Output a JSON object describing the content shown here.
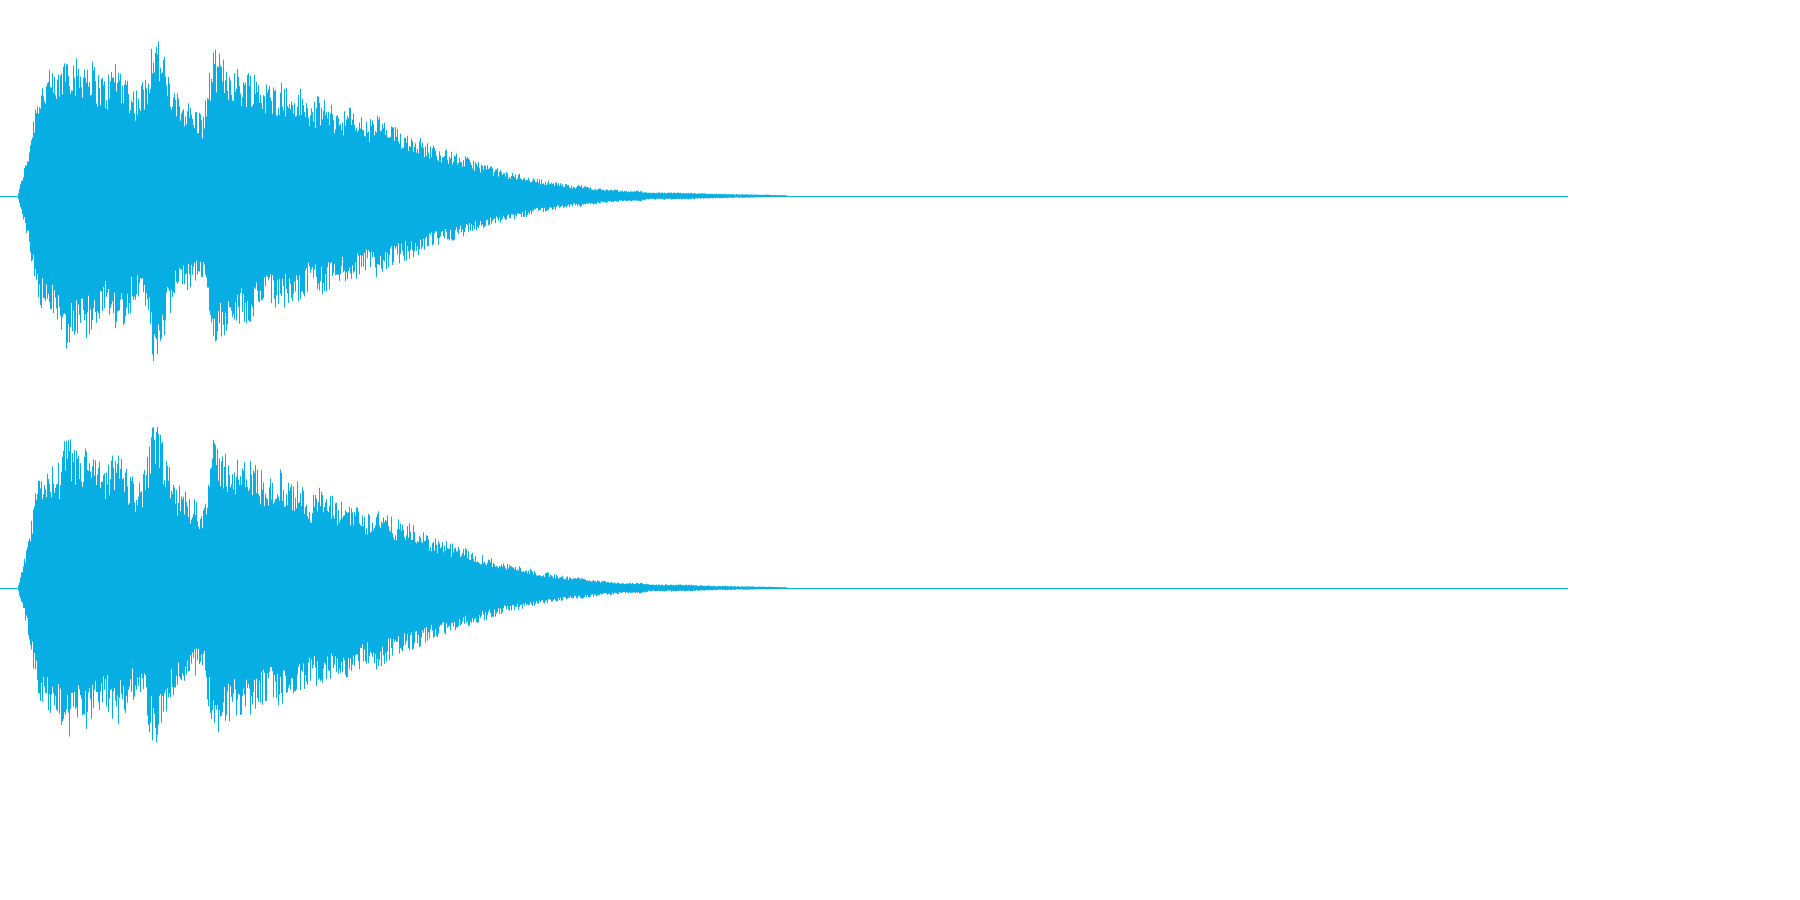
{
  "waveform": {
    "color": "#06aee4",
    "background": "#ffffff",
    "channels": [
      {
        "name": "left",
        "visible_text": ""
      },
      {
        "name": "right",
        "visible_text": ""
      }
    ],
    "envelope": {
      "description_free": true,
      "peaks": [
        0.02,
        0.25,
        0.62,
        0.7,
        0.68,
        0.86,
        0.76,
        0.8,
        0.72,
        0.66,
        0.78,
        0.7,
        0.6,
        0.66,
        0.96,
        0.78,
        0.58,
        0.56,
        0.5,
        0.46,
        0.82,
        0.78,
        0.74,
        0.7,
        0.72,
        0.66,
        0.62,
        0.66,
        0.58,
        0.6,
        0.52,
        0.56,
        0.52,
        0.48,
        0.5,
        0.46,
        0.42,
        0.46,
        0.4,
        0.38,
        0.36,
        0.34,
        0.3,
        0.28,
        0.26,
        0.24,
        0.22,
        0.2,
        0.18,
        0.16,
        0.14,
        0.13,
        0.12,
        0.1,
        0.09,
        0.08,
        0.07,
        0.06,
        0.06,
        0.05,
        0.04,
        0.04,
        0.03,
        0.03,
        0.03,
        0.02,
        0.02,
        0.02,
        0.02,
        0.02,
        0.015,
        0.015,
        0.012,
        0.012,
        0.01,
        0.01,
        0.008,
        0.008,
        0.006,
        0.005
      ],
      "active_fraction": 0.49
    }
  }
}
